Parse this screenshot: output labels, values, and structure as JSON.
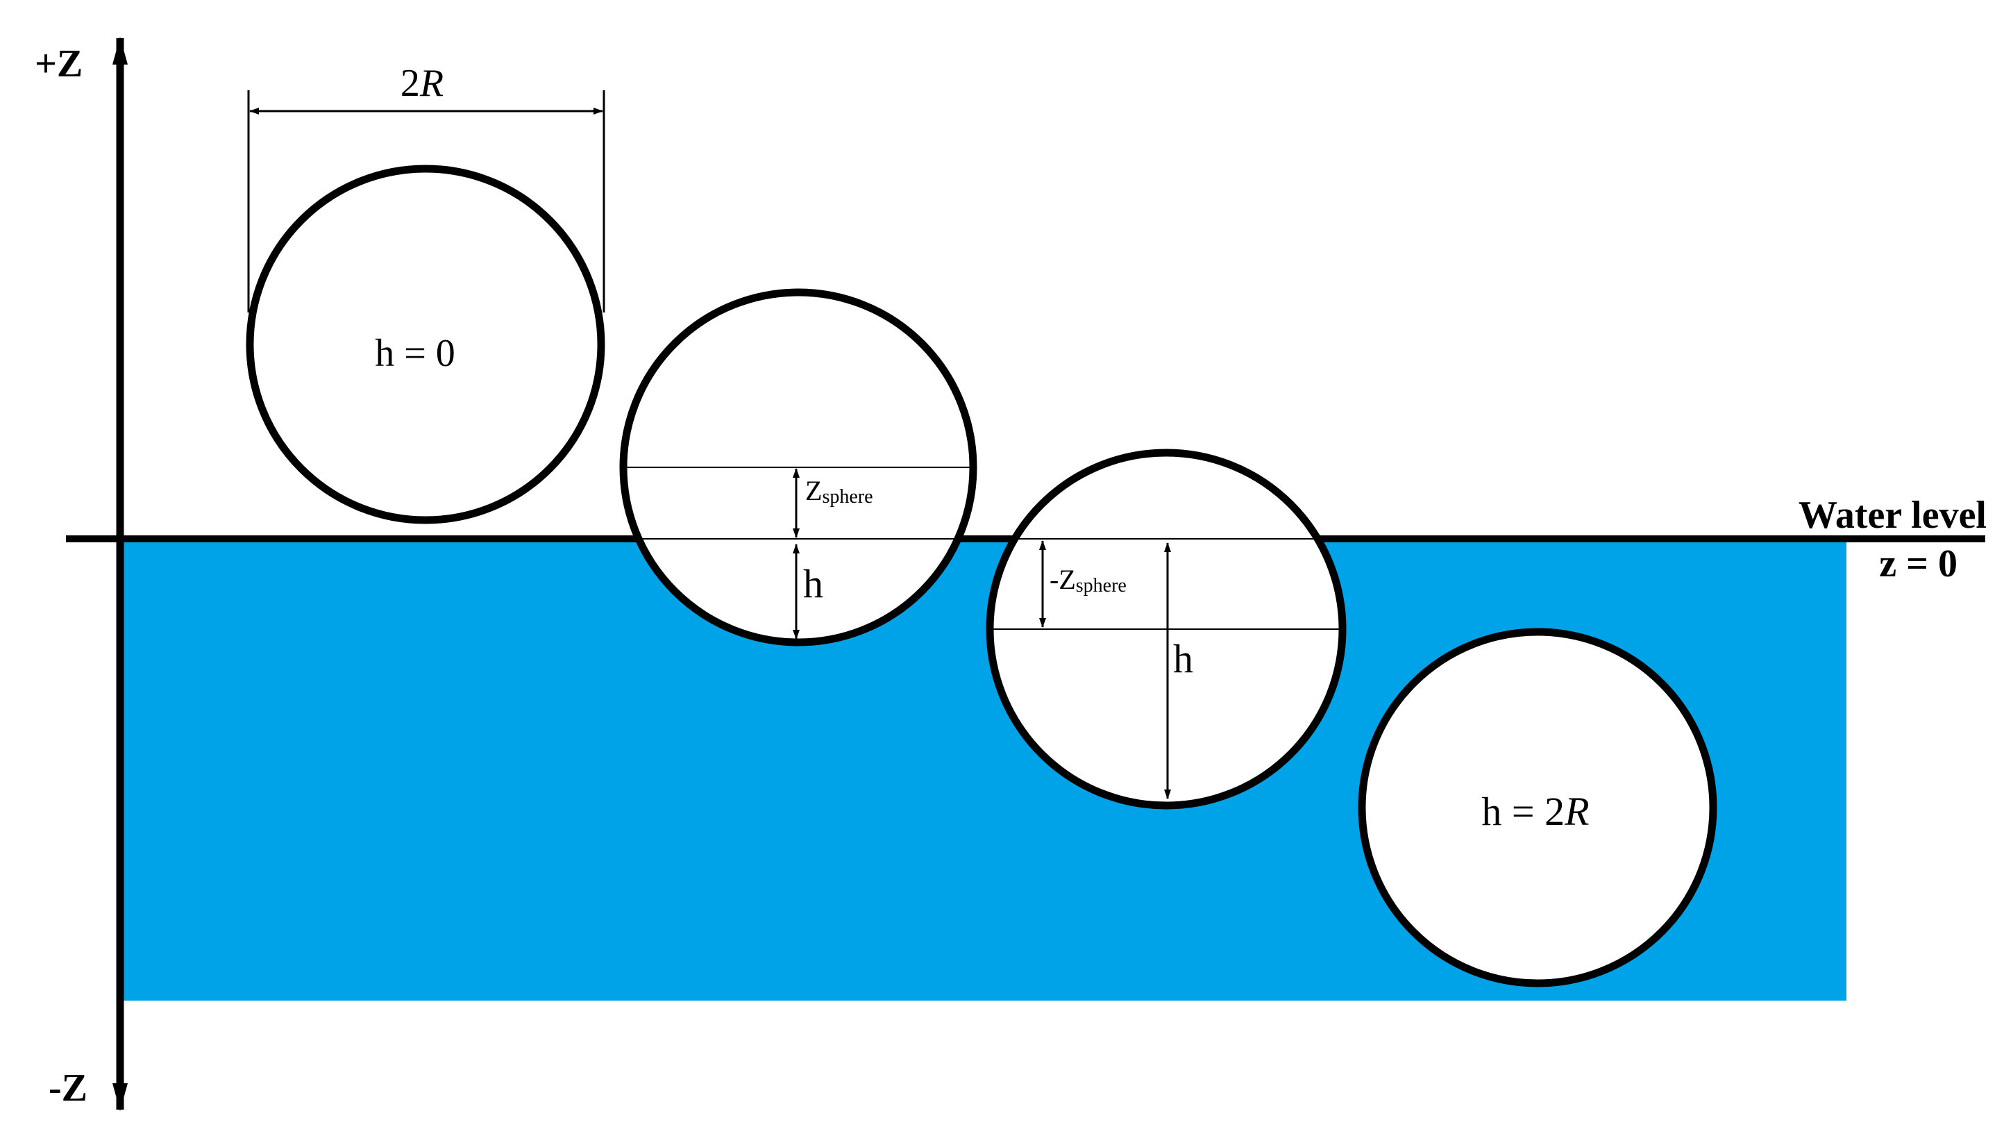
{
  "colors": {
    "water": "#00A2E8",
    "stroke": "#000000",
    "background": "#FFFFFF"
  },
  "axis": {
    "positive_label": "+Z",
    "negative_label": "-Z"
  },
  "water": {
    "label": "Water level",
    "equation": "z = 0"
  },
  "spheres": [
    {
      "label": "h = 0"
    },
    {
      "depth_label": "h",
      "offset_label_main": "Z",
      "offset_label_sub": "sphere"
    },
    {
      "depth_label": "h",
      "offset_label_main": "-Z",
      "offset_label_sub": "sphere"
    },
    {
      "label_prefix": "h = 2",
      "label_var": "R"
    }
  ],
  "diameter": {
    "label_num": "2",
    "label_var": "R"
  }
}
